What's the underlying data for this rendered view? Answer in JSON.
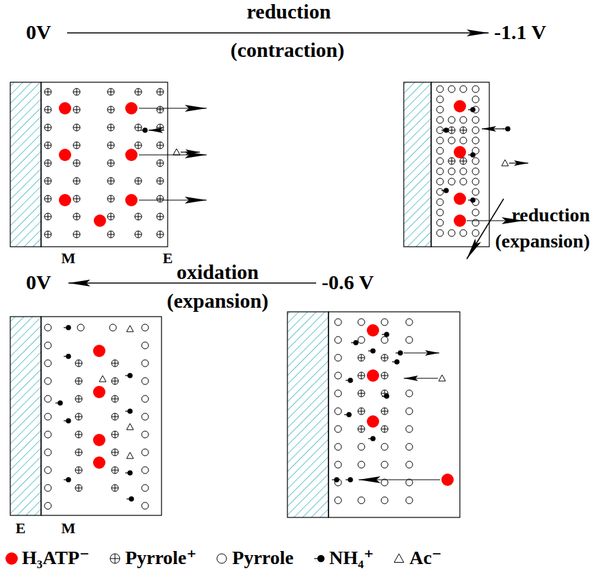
{
  "diagram": {
    "labels": [
      "reduction",
      "0V",
      "-1.1 V",
      "(contraction)",
      "M",
      "E",
      "reduction",
      "(expansion)",
      "oxidation",
      "0V",
      "-0.6 V",
      "(expansion)",
      "E",
      "M"
    ],
    "legend": [
      {
        "text": "H₃ATP⁻",
        "color": "#ff0000"
      },
      {
        "text": "Pyrrole⁺"
      },
      {
        "text": "Pyrrole"
      },
      {
        "text": "NH₄⁺"
      },
      {
        "text": "Ac⁻"
      }
    ]
  }
}
